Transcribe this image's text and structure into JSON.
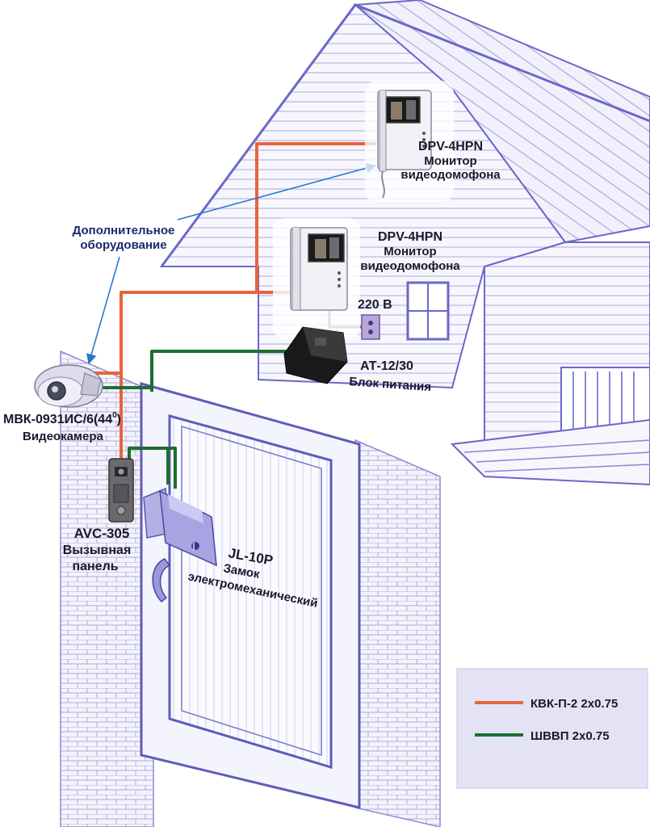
{
  "labels": {
    "monitor_top_model": "DPV-4HPN",
    "monitor_top_line1": "Монитор",
    "monitor_top_line2": "видеодомофона",
    "monitor_mid_model": "DPV-4HPN",
    "monitor_mid_line1": "Монитор",
    "monitor_mid_line2": "видеодомофона",
    "extra_line1": "Дополнительное",
    "extra_line2": "оборудование",
    "voltage": "220 В",
    "psu_model": "АТ-12/30",
    "psu_name": "Блок питания",
    "camera_model": "МВК-0931ИС/6(44",
    "camera_degree": "0",
    "camera_model_end": ")",
    "camera_name": "Видеокамера",
    "panel_model": "AVC-305",
    "panel_line1": "Вызывная",
    "panel_line2": "панель",
    "lock_model": "JL-10P",
    "lock_line1": "Замок",
    "lock_line2": "электромеханический"
  },
  "legend": {
    "items": [
      {
        "label": "КВК-П-2 2x0.75",
        "color": "#e8643c"
      },
      {
        "label": "ШВВП 2x0.75",
        "color": "#1e6e2e"
      }
    ]
  },
  "colors": {
    "cable_red": "#e8643c",
    "cable_green": "#1e6e2e",
    "arrow_blue": "#2a78c8",
    "house_line": "#6a68c8",
    "brick": "#a8a4d8"
  }
}
